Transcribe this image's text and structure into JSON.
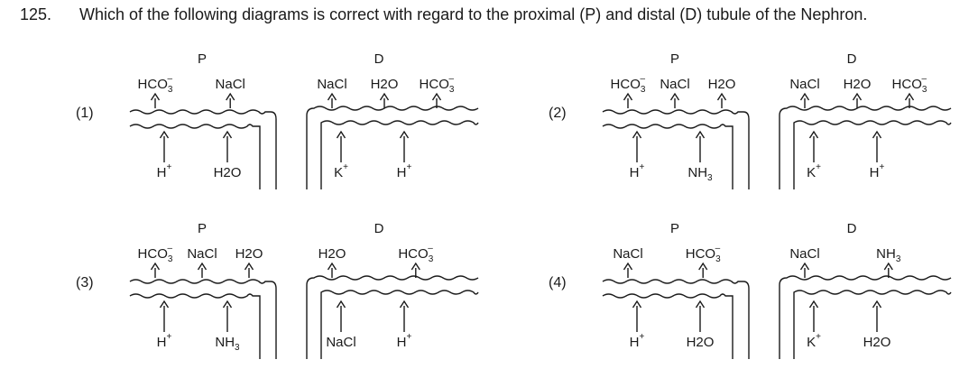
{
  "question": {
    "number": "125.",
    "text": "Which of the following diagrams is correct with regard to the proximal (P) and distal (D) tubule of the Nephron."
  },
  "options": [
    {
      "label": "(1)",
      "proximal": {
        "tag": "P",
        "top": [
          "HCO3-",
          "NaCl"
        ],
        "bottom": [
          "H+",
          "H2O"
        ]
      },
      "distal": {
        "tag": "D",
        "top": [
          "NaCl",
          "H2O",
          "HCO3-"
        ],
        "bottom": [
          "K+",
          "H+"
        ]
      }
    },
    {
      "label": "(2)",
      "proximal": {
        "tag": "P",
        "top": [
          "HCO3-",
          "NaCl",
          "H2O"
        ],
        "bottom": [
          "H+",
          "NH3"
        ]
      },
      "distal": {
        "tag": "D",
        "top": [
          "NaCl",
          "H2O",
          "HCO3-"
        ],
        "bottom": [
          "K+",
          "H+"
        ]
      }
    },
    {
      "label": "(3)",
      "proximal": {
        "tag": "P",
        "top": [
          "HCO3-",
          "NaCl",
          "H2O"
        ],
        "bottom": [
          "H+",
          "NH3"
        ]
      },
      "distal": {
        "tag": "D",
        "top": [
          "H2O",
          "HCO3-"
        ],
        "bottom": [
          "NaCl",
          "H+"
        ]
      }
    },
    {
      "label": "(4)",
      "proximal": {
        "tag": "P",
        "top": [
          "NaCl",
          "HCO3-"
        ],
        "bottom": [
          "H+",
          "H2O"
        ]
      },
      "distal": {
        "tag": "D",
        "top": [
          "NaCl",
          "NH3"
        ],
        "bottom": [
          "K+",
          "H2O"
        ]
      }
    }
  ]
}
